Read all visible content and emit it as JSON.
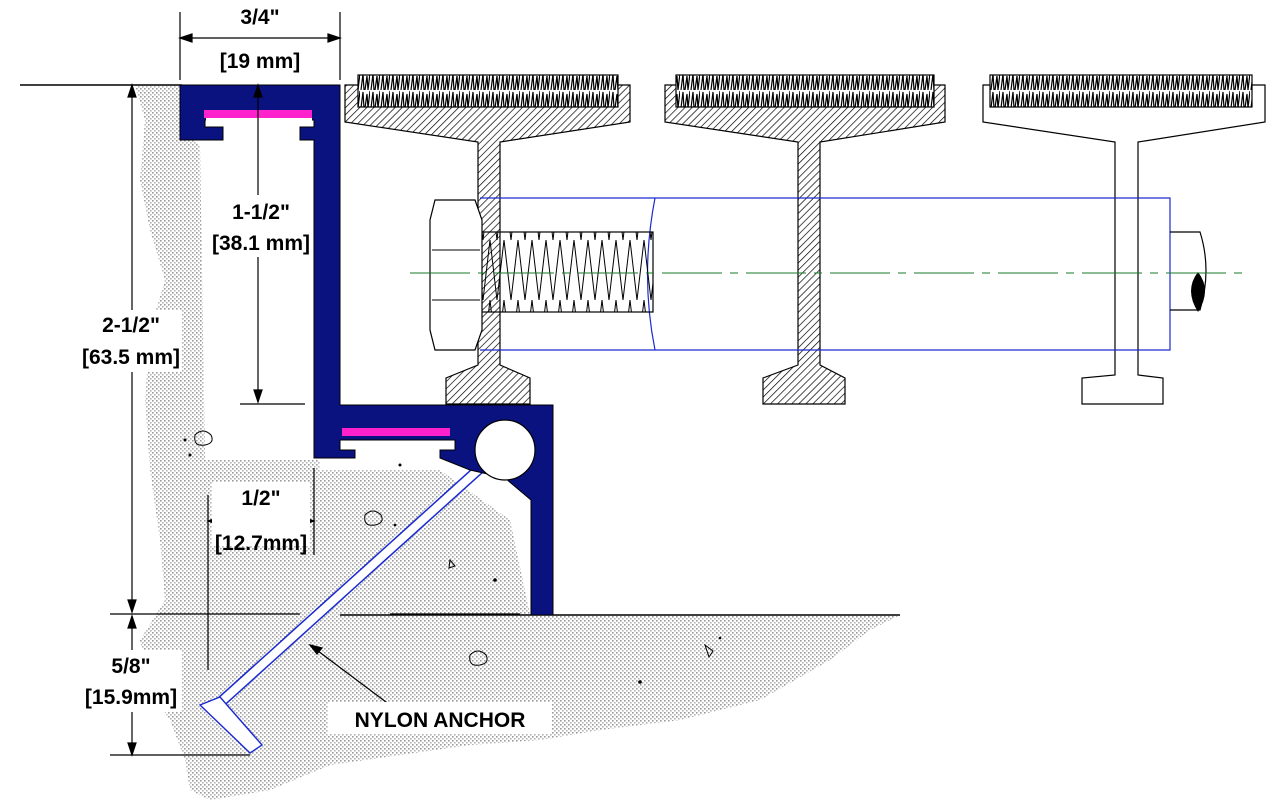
{
  "dimensions": {
    "top_width": {
      "imperial": "3/4\"",
      "metric": "[19 mm]"
    },
    "upper_height": {
      "imperial": "1-1/2\"",
      "metric": "[38.1 mm]"
    },
    "total_height": {
      "imperial": "2-1/2\"",
      "metric": "[63.5 mm]"
    },
    "step_width": {
      "imperial": "1/2\"",
      "metric": "[12.7mm]"
    },
    "anchor_depth": {
      "imperial": "5/8\"",
      "metric": "[15.9mm]"
    }
  },
  "callouts": {
    "anchor": "NYLON ANCHOR"
  },
  "colors": {
    "extrusion": "#0a1280",
    "insert": "#ff22cc",
    "concrete_dot": "#9a9a9a",
    "bolt_outline": "#1a2ad0",
    "centerline": "#1a7a2a"
  }
}
